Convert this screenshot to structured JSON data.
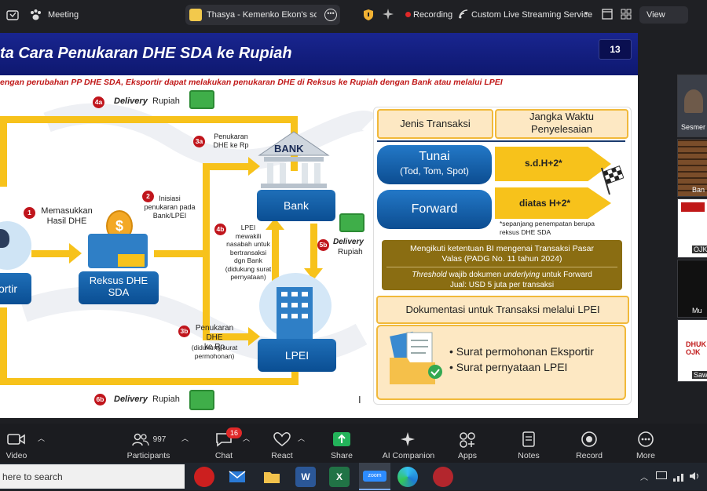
{
  "topbar": {
    "meeting_label": "Meeting",
    "share_label": "Thasya - Kemenko Ekon's screen",
    "recording_label": "Recording",
    "streaming_label": "Custom Live Streaming Service",
    "view_label": "View"
  },
  "slide": {
    "page_number": "13",
    "title": "ta Cara Penukaran DHE SDA ke Rupiah",
    "subtitle": "engan perubahan PP DHE SDA, Eksportir dapat melakukan penukaran DHE di Reksus ke Rupiah dengan Bank atau melalui LPEI",
    "flow": {
      "b4a": "4a",
      "delivery_4a_em": "Delivery",
      "delivery_4a_rest": "Rupiah",
      "b3a": "3a",
      "step3a": "Penukaran\nDHE ke Rp",
      "bank_sign": "BANK",
      "bank_label": "Bank",
      "b1": "1",
      "step1": "Memasukkan\nHasil DHE",
      "b2": "2",
      "step2": "Inisiasi\npenukaran pada\nBank/LPEI",
      "b4b": "4b",
      "step4b": "LPEI\nmewakili\nnasabah untuk\nbertransaksi\ndgn Bank\n(didukung surat\npernyataan)",
      "b5b": "5b",
      "step5b_em": "Delivery",
      "step5b_rest": "Rupiah",
      "reksus_label": "Reksus DHE\nSDA",
      "eksportir_label": "ortir",
      "b3b": "3b",
      "step3b_main": "Penukaran DHE\nke Rp",
      "step3b_sub": "(didukung surat\npermohonan)",
      "lpei_label": "LPEI",
      "b6b": "6b",
      "delivery_6b_em": "Delivery",
      "delivery_6b_rest": "Rupiah"
    },
    "table": {
      "col1": "Jenis Transaksi",
      "col2": "Jangka Waktu\nPenyelesaian",
      "row1_main": "Tunai",
      "row1_sub": "(Tod, Tom, Spot)",
      "row1_value": "s.d.H+2*",
      "row2_main": "Forward",
      "row2_value": "diatas H+2*",
      "footnote": "*sepanjang penempatan berupa\nreksus DHE SDA",
      "bi_note_1": "Mengikuti ketentuan BI mengenai Transaksi Pasar\nValas (PADG No. 11 tahun 2024)",
      "bi_note_2_em1": "Threshold",
      "bi_note_2_mid": " wajib dokumen ",
      "bi_note_2_em2": "underlying",
      "bi_note_2_rest": " untuk Forward\nJual: USD 5 juta per transaksi",
      "doc_title": "Dokumentasi untuk Transaksi melalui LPEI",
      "doc_items": [
        "Surat permohonan Eksportir",
        "Surat pernyataan LPEI"
      ]
    }
  },
  "participants_strip": {
    "names": [
      "Sesmer",
      "Ban",
      "OJK",
      "Mu",
      "DHUK OJK",
      "Saw"
    ]
  },
  "controls": {
    "video": "Video",
    "participants": "Participants",
    "participants_count": "997",
    "chat": "Chat",
    "chat_badge": "16",
    "react": "React",
    "share": "Share",
    "ai": "AI Companion",
    "apps": "Apps",
    "notes": "Notes",
    "record": "Record",
    "more": "More"
  },
  "taskbar": {
    "search_placeholder": "here to search",
    "zoom_label": "zoom"
  },
  "colors": {
    "slide_header": "#19258f",
    "flow_yellow": "#f7c21b",
    "badge_red": "#c0151c",
    "box_blue": "#1f6fb8",
    "recording_red": "#e02828"
  }
}
